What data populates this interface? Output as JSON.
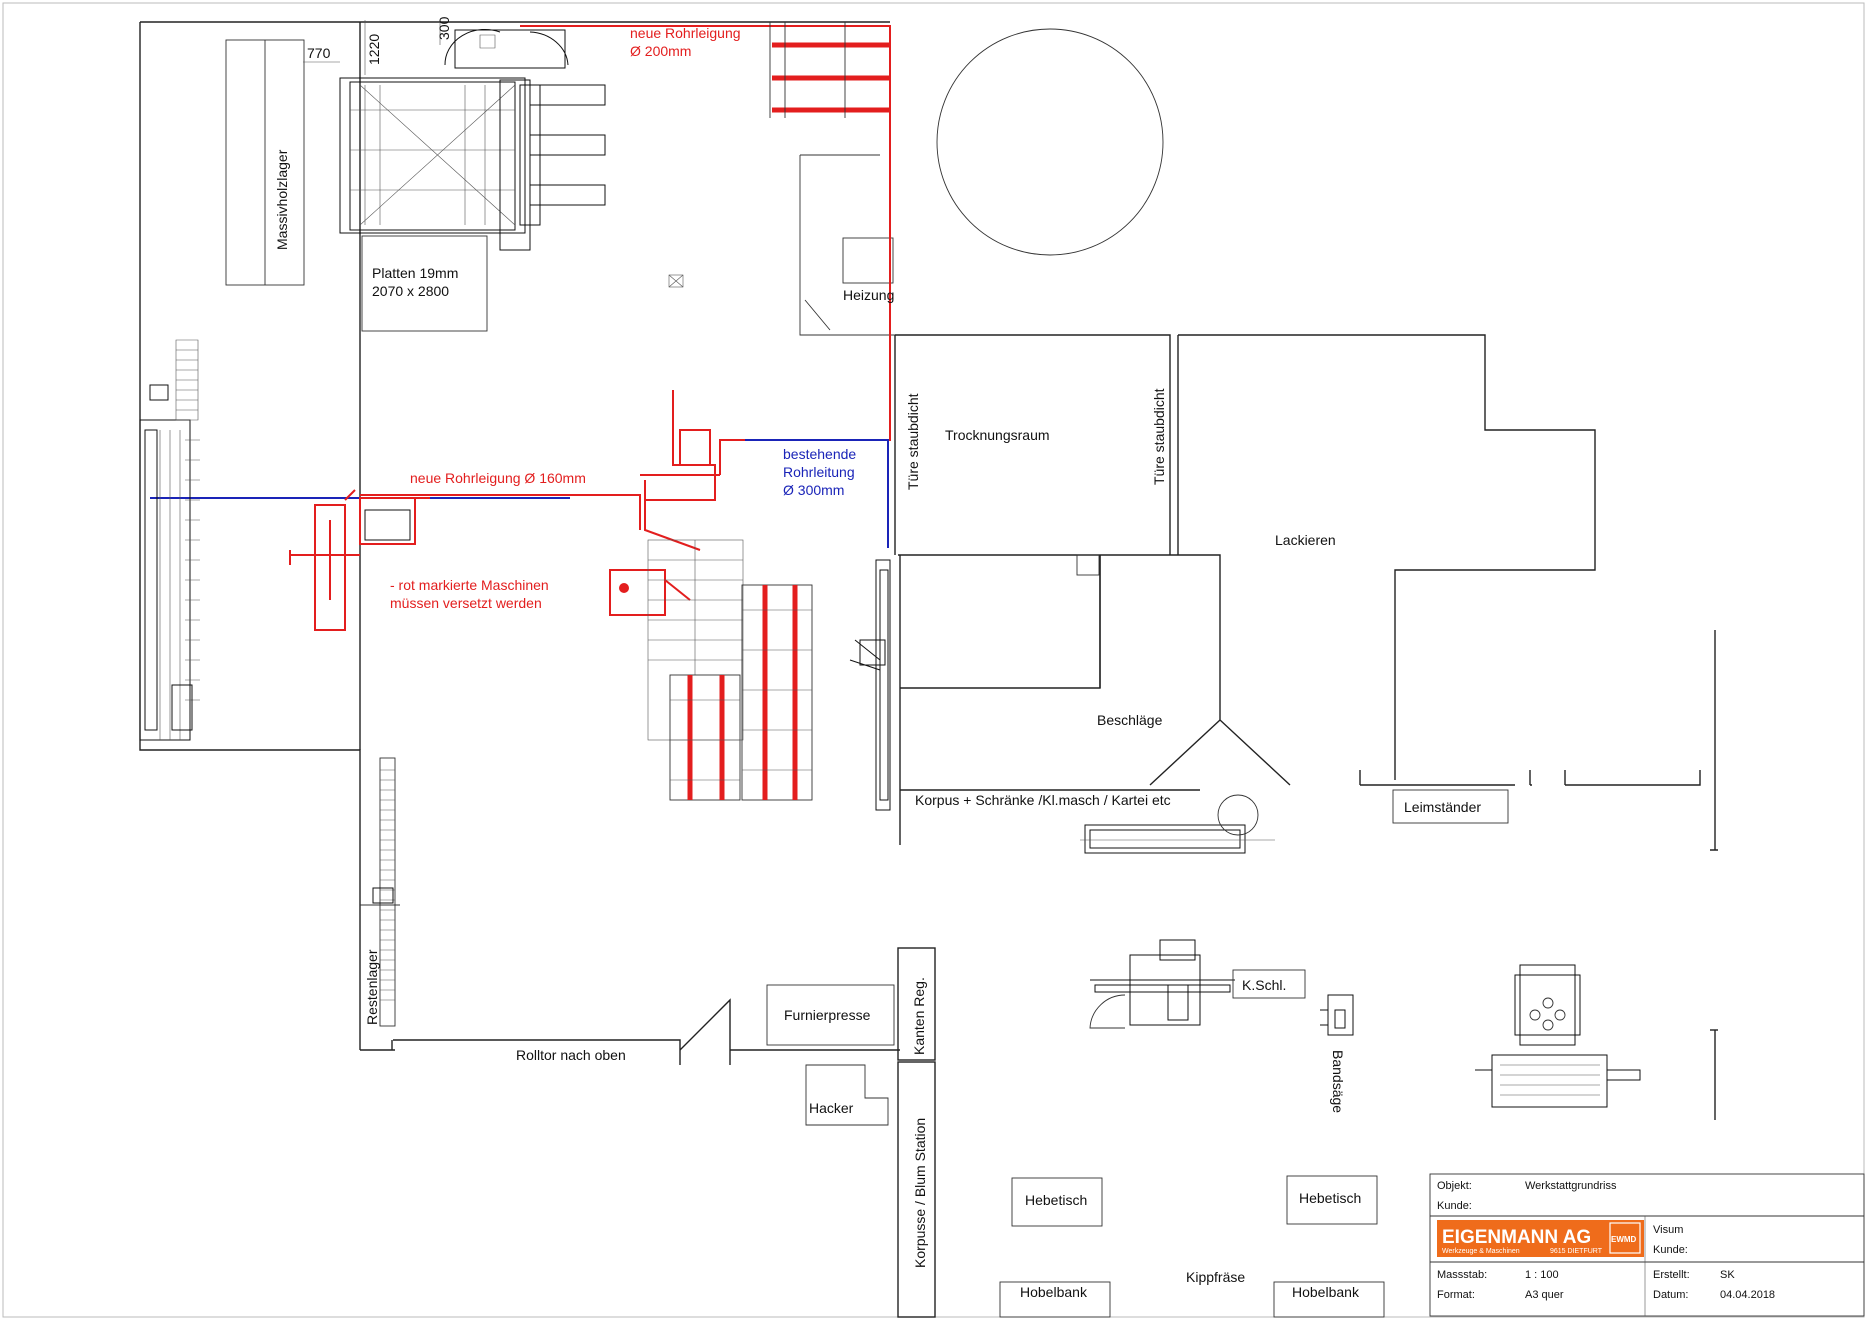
{
  "labels": {
    "massivholzlager": "Massivholzlager",
    "dim_770": "770",
    "dim_1220": "1220",
    "dim_300": "300",
    "platten_l1": "Platten 19mm",
    "platten_l2": "2070 x 2800",
    "neue_rohr_200_l1": "neue Rohrleigung",
    "neue_rohr_200_l2": "Ø 200mm",
    "heizung": "Heizung",
    "tuere1": "Türe staubdicht",
    "trocknungsraum": "Trocknungsraum",
    "tuere2": "Türe staubdicht",
    "bestehende_l1": "bestehende",
    "bestehende_l2": "Rohrleitung",
    "bestehende_l3": "Ø 300mm",
    "neue_rohr_160": "neue Rohrleigung Ø 160mm",
    "rot_note_l1": "- rot markierte Maschinen",
    "rot_note_l2": "müssen versetzt werden",
    "lackieren": "Lackieren",
    "beschlaege": "Beschläge",
    "korpus_schraenke": "Korpus + Schränke /Kl.masch / Kartei etc",
    "leimstaender": "Leimständer",
    "restenlager": "Restenlager",
    "kanten_reg": "Kanten Reg.",
    "furnierpresse": "Furnierpresse",
    "rolltor": "Rolltor nach oben",
    "hacker": "Hacker",
    "korpusse_blum": "Korpusse / Blum Station",
    "k_schl": "K.Schl.",
    "bandsaege": "Bandsäge",
    "hebetisch1": "Hebetisch",
    "hebetisch2": "Hebetisch",
    "hobelbank1": "Hobelbank",
    "hobelbank2": "Hobelbank",
    "kippfraese": "Kippfräse"
  },
  "title_block": {
    "objekt_label": "Objekt:",
    "objekt_value": "Werkstattgrundriss",
    "kunde_label": "Kunde:",
    "logo_name": "EIGENMANN AG",
    "logo_sub_left": "Werkzeuge & Maschinen",
    "logo_sub_right": "9615 DIETFURT",
    "logo_mark": "EWMD",
    "visum_label": "Visum",
    "kunde2_label": "Kunde:",
    "massstab_label": "Massstab:",
    "massstab_value": "1 : 100",
    "erstellt_label": "Erstellt:",
    "erstellt_value": "SK",
    "format_label": "Format:",
    "format_value": "A3 quer",
    "datum_label": "Datum:",
    "datum_value": "04.04.2018"
  },
  "colors": {
    "relocation": "#e31e1e",
    "existing_duct": "#1a24b8",
    "logo_bg": "#ef6c1b",
    "lines": "#222222"
  }
}
